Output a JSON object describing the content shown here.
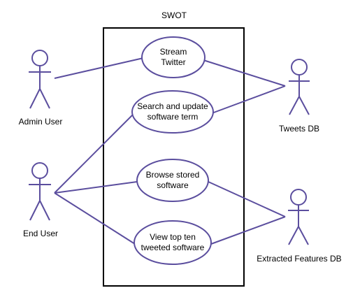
{
  "title": "SWOT",
  "actors": {
    "admin_user": "Admin User",
    "end_user": "End User",
    "tweets_db": "Tweets DB",
    "extracted_features_db": "Extracted Features DB"
  },
  "use_cases": {
    "stream_twitter": [
      "Stream",
      "Twitter"
    ],
    "search_update": [
      "Search and update",
      "software term"
    ],
    "browse_stored": [
      "Browse stored",
      "software"
    ],
    "view_top_ten": [
      "View top ten",
      "tweeted software"
    ]
  },
  "colors": {
    "stroke": "#5b4e9e",
    "boundary": "#000000",
    "text": "#000000"
  }
}
